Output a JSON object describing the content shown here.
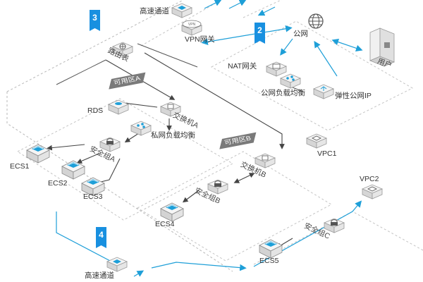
{
  "steps": {
    "s2": "2",
    "s3": "3",
    "s4": "4"
  },
  "zones": {
    "zone_a": "可用区A",
    "zone_b": "可用区B"
  },
  "nodes": {
    "express_connect_top": "高速通道",
    "vpn_gateway": "VPN网关",
    "internet": "公网",
    "user": "用户",
    "router": "路由表",
    "nat_gateway": "NAT网关",
    "public_slb": "公网负载均衡",
    "eip": "弹性公网IP",
    "rds": "RDS",
    "switch_a": "交换机A",
    "private_slb": "私网负载均衡",
    "security_group_a": "安全组A",
    "ecs1": "ECS1",
    "ecs2": "ECS2",
    "ecs3": "ECS3",
    "switch_b": "交换机B",
    "security_group_b": "安全组B",
    "ecs4": "ECS4",
    "vpc1": "VPC1",
    "vpc2": "VPC2",
    "security_group_c": "安全组C",
    "ecs5": "ECS5",
    "express_connect_bottom": "高速通道"
  },
  "colors": {
    "accent": "#1e9fd8",
    "step_badge": "#1890e0",
    "zone_tag": "#7a7a7a",
    "line": "#444444",
    "border_dash": "#b8b8b8"
  }
}
